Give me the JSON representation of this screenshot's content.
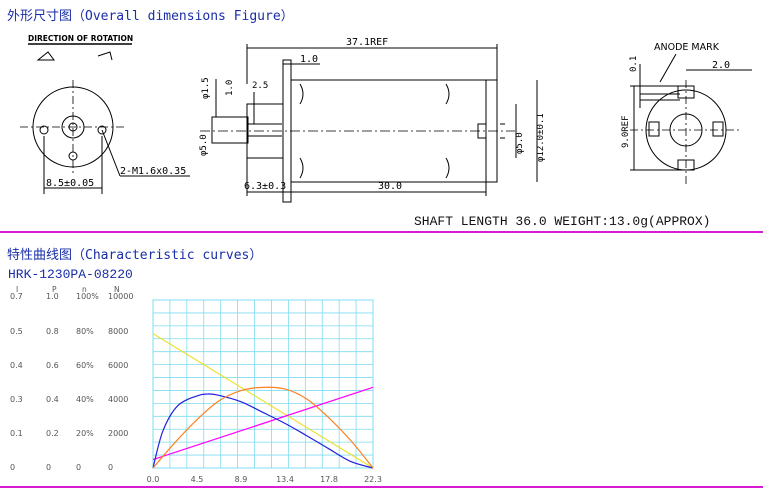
{
  "headings": {
    "dimensions": "外形尺寸图（Overall dimensions Figure）",
    "curves": "特性曲线图（Characteristic curves）"
  },
  "spec_line": "SHAFT LENGTH 36.0  WEIGHT:13.0g(APPROX)",
  "model": "HRK-1230PA-08220",
  "drawing": {
    "rotation_label": "DIRECTION OF ROTATION",
    "thread_note": "2-M1.6x0.35",
    "front_dim": "8.5±0.05",
    "length_ref": "37.1REF",
    "dim_1_0_top": "1.0",
    "dim_2_5": "2.5",
    "dim_1_5": "φ1.5",
    "dim_1_0_side": "1.0",
    "dim_shaft_dia": "φ5.0",
    "dim_boss": "6.3±0.3",
    "dim_body": "30.0",
    "dim_rear_boss": "φ5.0",
    "dim_body_dia": "φ12.0±0.1",
    "anode_mark": "ANODE MARK",
    "dim_0_1": "0.1",
    "dim_2_0": "2.0",
    "dim_9_0": "9.0REF"
  },
  "chart_data": {
    "type": "line",
    "axis_headers": [
      "I",
      "P",
      "n",
      "N"
    ],
    "left_scales": [
      [
        "0.7",
        "1.0",
        "100%",
        "10000"
      ],
      [
        "0.5",
        "0.8",
        "80%",
        "8000"
      ],
      [
        "0.4",
        "0.6",
        "60%",
        "6000"
      ],
      [
        "0.3",
        "0.4",
        "40%",
        "4000"
      ],
      [
        "0.1",
        "0.2",
        "20%",
        "2000"
      ],
      [
        "0",
        "0",
        "0",
        "0"
      ]
    ],
    "x_ticks": [
      "0.0",
      "4.5",
      "8.9",
      "13.4",
      "17.8",
      "22.3"
    ],
    "xlim": [
      0,
      22.3
    ],
    "ylim": [
      0,
      10000
    ],
    "grid": true,
    "series": [
      {
        "color": "#f0e030",
        "x": [
          0,
          22.3
        ],
        "y": [
          8000,
          0
        ]
      },
      {
        "color": "#ff00ff",
        "x": [
          0,
          22.3
        ],
        "y": [
          500,
          4800
        ]
      },
      {
        "color": "#2020e0",
        "x": [
          0,
          1,
          2.5,
          4.5,
          5.5,
          6.5,
          8.9,
          11,
          13.4,
          15.5,
          17.8,
          20,
          22.3
        ],
        "y": [
          0,
          2200,
          3700,
          4300,
          4400,
          4350,
          3950,
          3350,
          2650,
          1950,
          1150,
          400,
          0
        ]
      },
      {
        "color": "#ff8020",
        "x": [
          0,
          2.2,
          4.5,
          6.7,
          8.9,
          11.1,
          13.4,
          15.6,
          17.8,
          20.1,
          22.3
        ],
        "y": [
          0,
          1500,
          2900,
          4000,
          4600,
          4800,
          4700,
          4100,
          3000,
          1600,
          0
        ]
      }
    ]
  },
  "colors": {
    "heading": "#1a2ea8",
    "rule": "#d91ad2",
    "grid": "#7fdcf0",
    "axis_text": "#555555"
  }
}
